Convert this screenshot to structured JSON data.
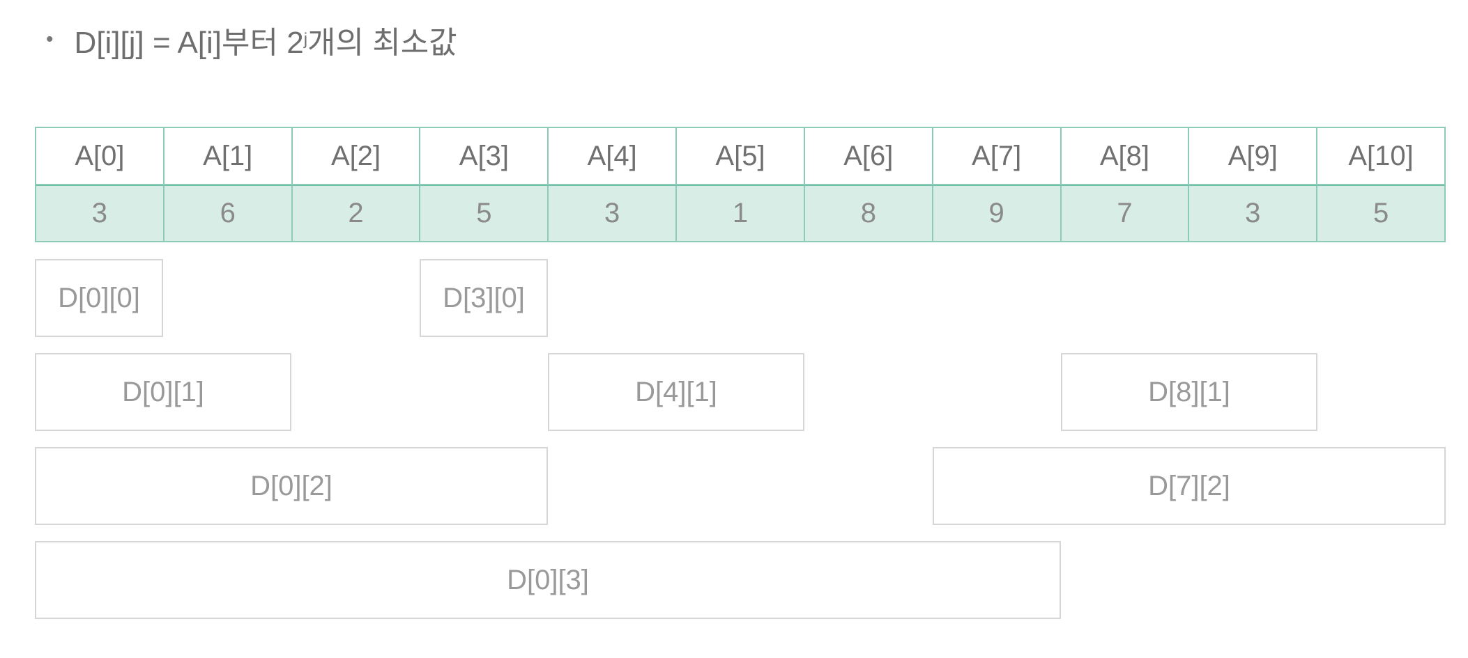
{
  "title": {
    "bullet": "•",
    "prefix": "D[i][j] = A[i]부터 2",
    "sup": "j",
    "suffix": "개의 최소값"
  },
  "array": {
    "headers": [
      "A[0]",
      "A[1]",
      "A[2]",
      "A[3]",
      "A[4]",
      "A[5]",
      "A[6]",
      "A[7]",
      "A[8]",
      "A[9]",
      "A[10]"
    ],
    "values": [
      "3",
      "6",
      "2",
      "5",
      "3",
      "1",
      "8",
      "9",
      "7",
      "3",
      "5"
    ]
  },
  "dboxes": [
    {
      "label": "D[0][0]",
      "start": 0,
      "length": 1
    },
    {
      "label": "D[3][0]",
      "start": 3,
      "length": 1
    },
    {
      "label": "D[0][1]",
      "start": 0,
      "length": 2
    },
    {
      "label": "D[4][1]",
      "start": 4,
      "length": 2
    },
    {
      "label": "D[8][1]",
      "start": 8,
      "length": 2
    },
    {
      "label": "D[0][2]",
      "start": 0,
      "length": 4
    },
    {
      "label": "D[7][2]",
      "start": 7,
      "length": 4
    },
    {
      "label": "D[0][3]",
      "start": 0,
      "length": 8
    }
  ],
  "colors": {
    "value_fill": "#d8ede6",
    "grid_line": "#8ccbb8",
    "box_border": "#d6d6d6"
  }
}
